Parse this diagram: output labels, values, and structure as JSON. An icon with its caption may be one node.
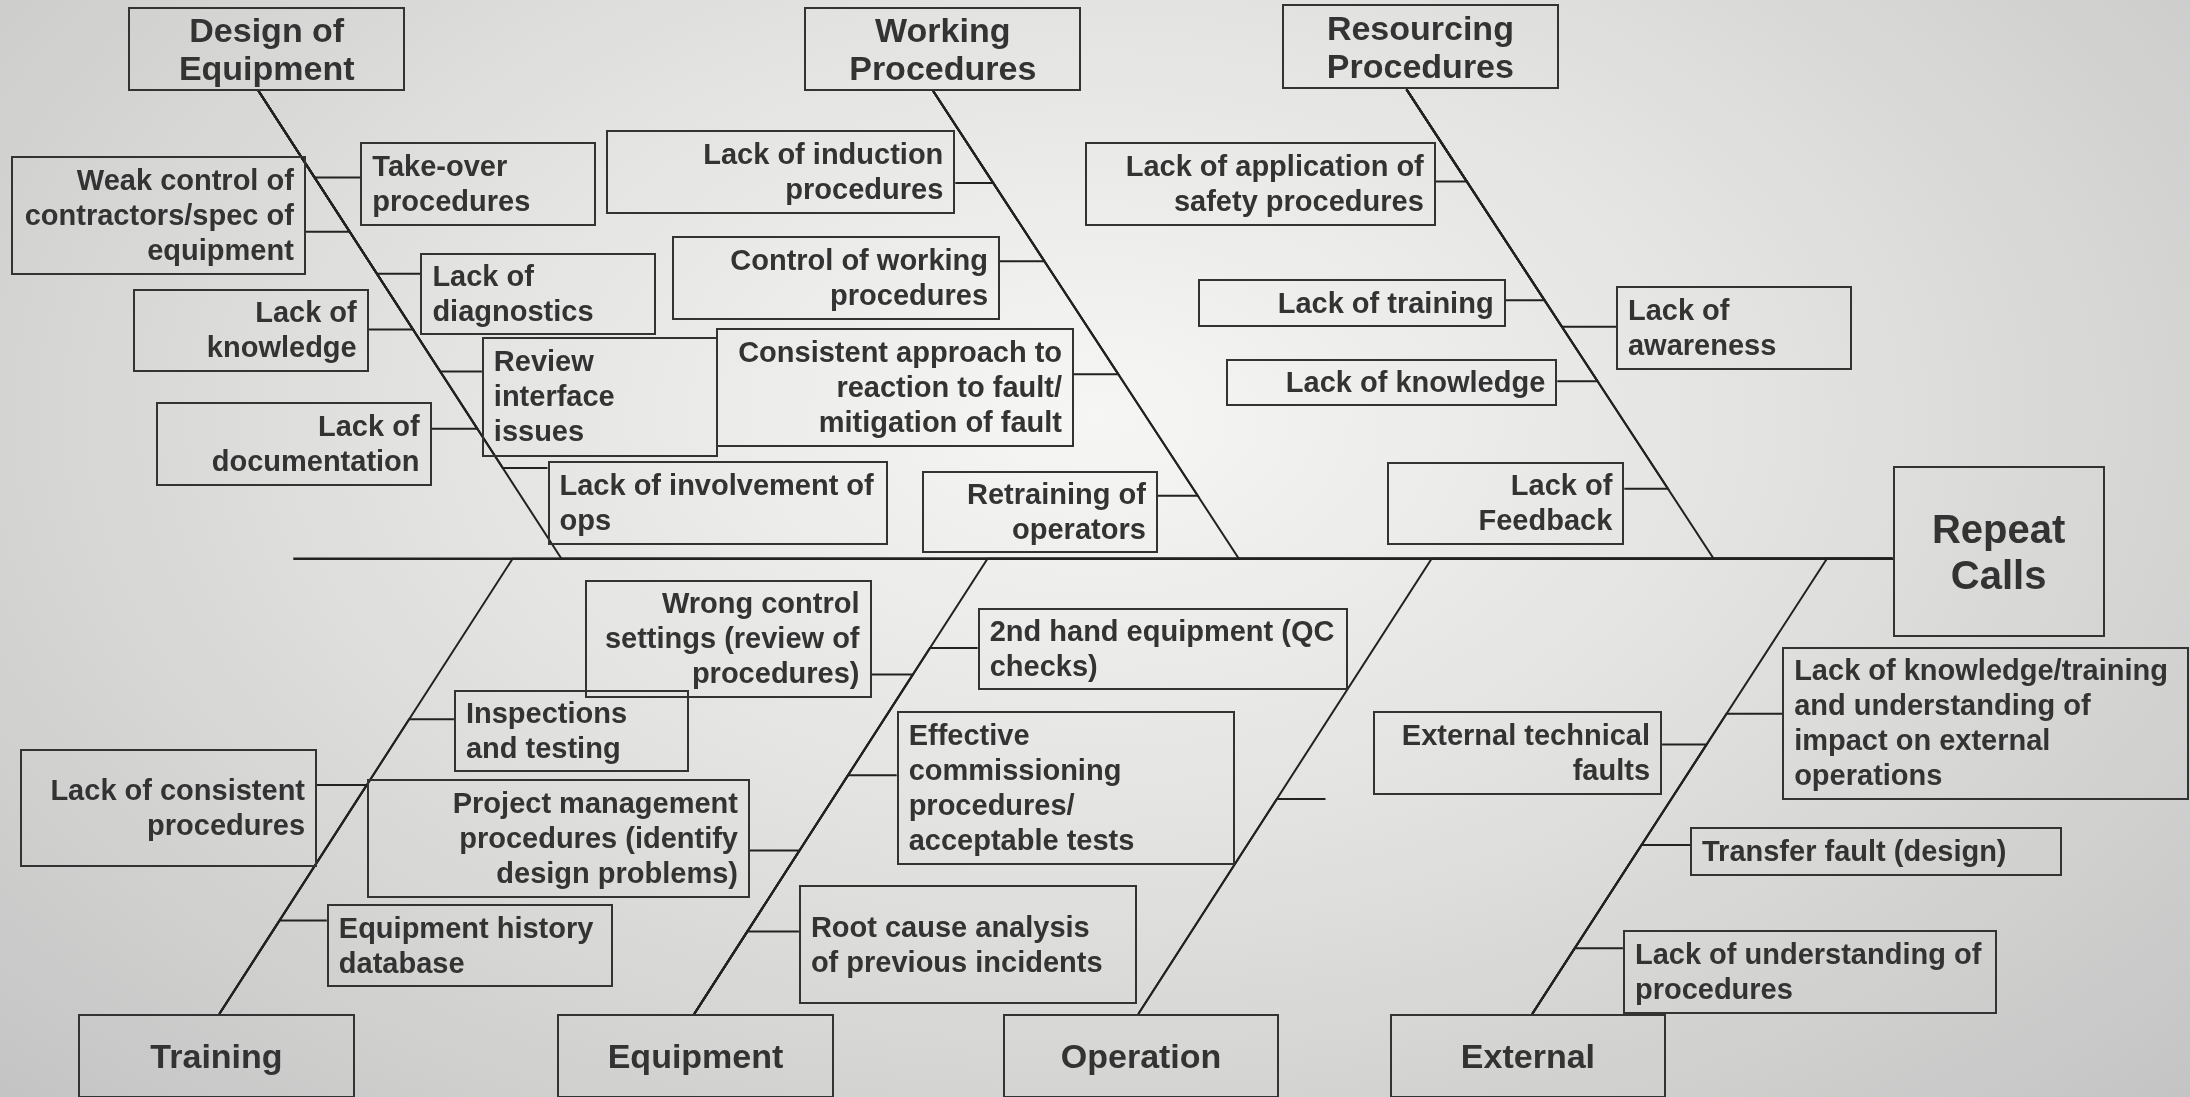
{
  "diagram": {
    "nodes": [
      {
        "text": [
          "Repeat Calls"
        ]
      },
      {
        "text": [
          "Design of Equipment"
        ]
      },
      {
        "text": [
          "Working Procedures"
        ]
      },
      {
        "text": [
          "Resourcing Procedures"
        ]
      },
      {
        "text": [
          "Training"
        ]
      },
      {
        "text": [
          "Equipment"
        ]
      },
      {
        "text": [
          "Operation"
        ]
      },
      {
        "text": [
          "External"
        ]
      },
      {
        "text": [
          "Weak control of contractors/spec of equipment"
        ]
      },
      {
        "text": [
          "Take-over procedures"
        ]
      },
      {
        "text": [
          "Lack of diagnostics"
        ]
      },
      {
        "text": [
          "Lack of knowledge"
        ]
      },
      {
        "text": [
          "Review interface issues"
        ]
      },
      {
        "text": [
          "Lack of documentation"
        ]
      },
      {
        "text": [
          "Lack of involvement of ops"
        ]
      },
      {
        "text": [
          "Lack of induction procedures"
        ]
      },
      {
        "text": [
          "Control of working procedures"
        ]
      },
      {
        "text": [
          "Consistent approach to reaction to fault/ mitigation of fault"
        ]
      },
      {
        "text": [
          "Retraining of operators"
        ]
      },
      {
        "text": [
          "Lack of application of safety procedures"
        ]
      },
      {
        "text": [
          "Lack of training"
        ]
      },
      {
        "text": [
          "Lack of awareness"
        ]
      },
      {
        "text": [
          "Lack of knowledge"
        ]
      },
      {
        "text": [
          "Lack of Feedback"
        ]
      },
      {
        "text": [
          "Lack of consistent procedures"
        ]
      },
      {
        "text": [
          "Inspections and testing"
        ]
      },
      {
        "text": [
          "Equipment history database"
        ]
      },
      {
        "text": [
          "Wrong control settings (review of procedures)"
        ]
      },
      {
        "text": [
          "Project management procedures (identify design problems)"
        ]
      },
      {
        "text": [
          "2nd hand equipment (QC checks)"
        ]
      },
      {
        "text": [
          "Effective commissioning procedures/ acceptable tests"
        ]
      },
      {
        "text": [
          "Root cause analysis of previous incidents"
        ]
      },
      {
        "text": [
          "External technical faults"
        ]
      },
      {
        "text": [
          "Lack of knowledge/training and understanding of impact on external operations"
        ]
      },
      {
        "text": [
          "Transfer fault (design)"
        ]
      },
      {
        "text": [
          "Lack of understanding of procedures"
        ]
      }
    ],
    "edges": [
      {
        "from": 1,
        "to": 0,
        "arrow": "none"
      },
      {
        "from": 2,
        "to": 0,
        "arrow": "none"
      },
      {
        "from": 3,
        "to": 0,
        "arrow": "none"
      },
      {
        "from": 4,
        "to": 0,
        "arrow": "none"
      },
      {
        "from": 5,
        "to": 0,
        "arrow": "none"
      },
      {
        "from": 6,
        "to": 0,
        "arrow": "none"
      },
      {
        "from": 7,
        "to": 0,
        "arrow": "none"
      },
      {
        "from": 8,
        "to": 1,
        "arrow": "none"
      },
      {
        "from": 9,
        "to": 1,
        "arrow": "none"
      },
      {
        "from": 10,
        "to": 1,
        "arrow": "none"
      },
      {
        "from": 11,
        "to": 1,
        "arrow": "none"
      },
      {
        "from": 12,
        "to": 1,
        "arrow": "none"
      },
      {
        "from": 13,
        "to": 1,
        "arrow": "none"
      },
      {
        "from": 14,
        "to": 1,
        "arrow": "none"
      },
      {
        "from": 15,
        "to": 2,
        "arrow": "none"
      },
      {
        "from": 16,
        "to": 2,
        "arrow": "none"
      },
      {
        "from": 17,
        "to": 2,
        "arrow": "none"
      },
      {
        "from": 18,
        "to": 2,
        "arrow": "none"
      },
      {
        "from": 19,
        "to": 3,
        "arrow": "none"
      },
      {
        "from": 20,
        "to": 3,
        "arrow": "none"
      },
      {
        "from": 21,
        "to": 3,
        "arrow": "none"
      },
      {
        "from": 22,
        "to": 3,
        "arrow": "none"
      },
      {
        "from": 23,
        "to": 3,
        "arrow": "none"
      },
      {
        "from": 24,
        "to": 4,
        "arrow": "none"
      },
      {
        "from": 25,
        "to": 4,
        "arrow": "none"
      },
      {
        "from": 26,
        "to": 4,
        "arrow": "none"
      },
      {
        "from": 27,
        "to": 5,
        "arrow": "none"
      },
      {
        "from": 28,
        "to": 5,
        "arrow": "none"
      },
      {
        "from": 29,
        "to": 5,
        "arrow": "none"
      },
      {
        "from": 30,
        "to": 5,
        "arrow": "none"
      },
      {
        "from": 31,
        "to": 5,
        "arrow": "none"
      },
      {
        "from": null,
        "to": 6,
        "arrow": "none"
      },
      {
        "from": 32,
        "to": 7,
        "arrow": "none"
      },
      {
        "from": 33,
        "to": 7,
        "arrow": "none"
      },
      {
        "from": 34,
        "to": 7,
        "arrow": "none"
      },
      {
        "from": 35,
        "to": 7,
        "arrow": "none"
      }
    ]
  }
}
